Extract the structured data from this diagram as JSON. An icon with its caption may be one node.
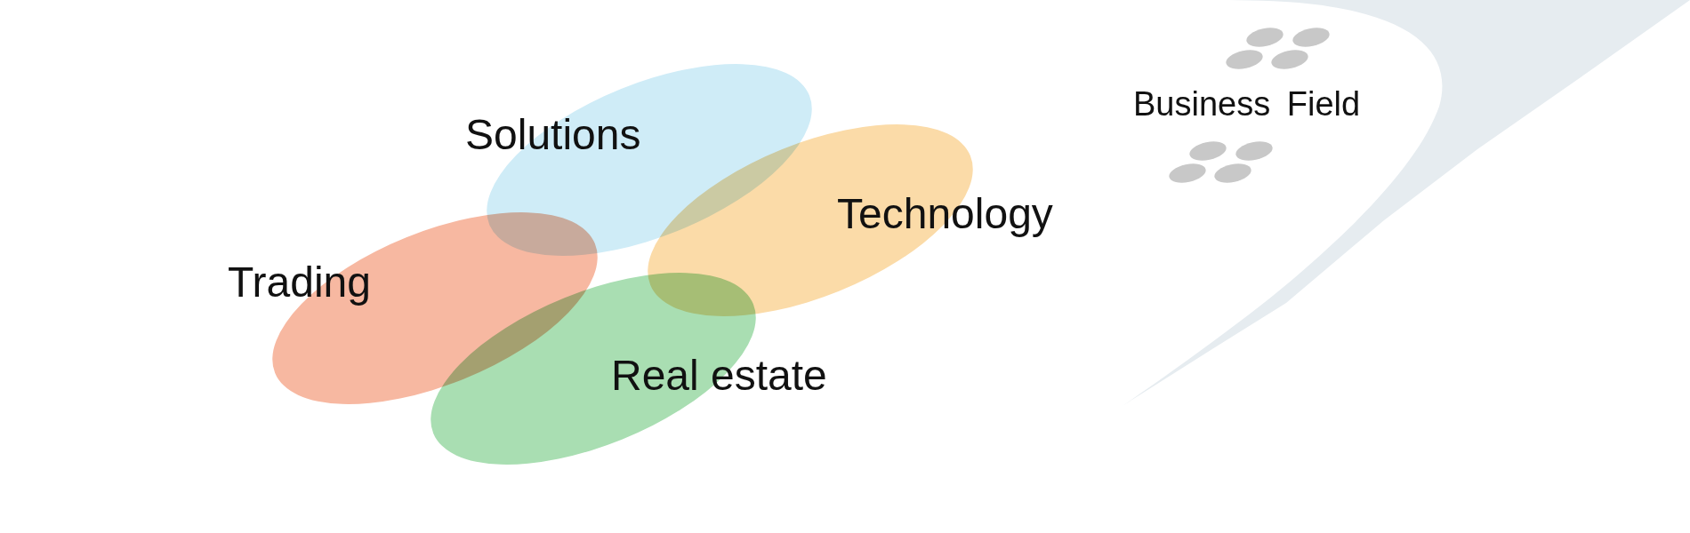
{
  "diagram": {
    "title": "Business Field",
    "nodes": [
      {
        "text": [
          "Solutions"
        ]
      },
      {
        "text": [
          "Technology"
        ]
      },
      {
        "text": [
          "Trading"
        ]
      },
      {
        "text": [
          "Real estate"
        ]
      }
    ]
  }
}
